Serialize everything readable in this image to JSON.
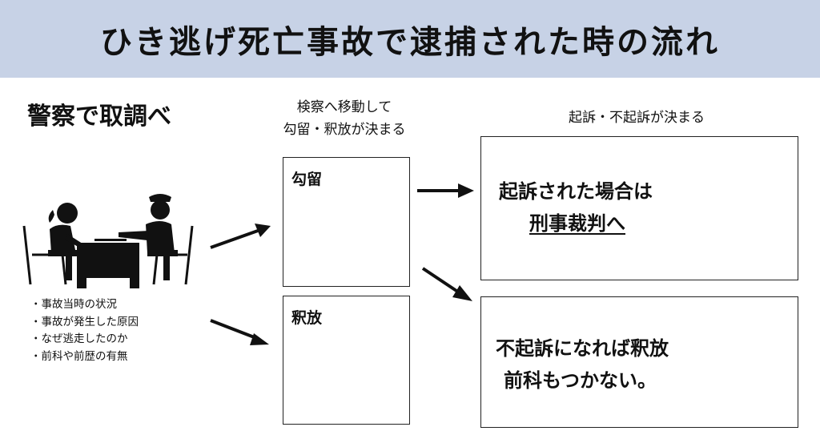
{
  "title": "ひき逃げ死亡事故で逮捕された時の流れ",
  "step1": {
    "label": "警察で取調べ"
  },
  "step2": {
    "label_lines": [
      "検察へ移動して",
      "勾留・釈放が決まる"
    ],
    "detention_label": "勾留",
    "release_label": "釈放"
  },
  "step3": {
    "label": "起訴・不起訴が決まる",
    "indicted_line1": "起訴された場合は",
    "indicted_line2": "刑事裁判へ",
    "not_indicted_line1": "不起訴になれば釈放",
    "not_indicted_line2": "前科もつかない。"
  },
  "interrogation_topics": [
    "事故当時の状況",
    "事故が発生した原因",
    "なぜ逃走したのか",
    "前科や前歴の有無"
  ],
  "colors": {
    "banner": "#c7d2e6",
    "ink": "#111111"
  },
  "icons": [
    "interrogation-icon",
    "prisoner-in-cell-icon",
    "police-officer-icon",
    "released-person-icon",
    "gavel-icon"
  ]
}
